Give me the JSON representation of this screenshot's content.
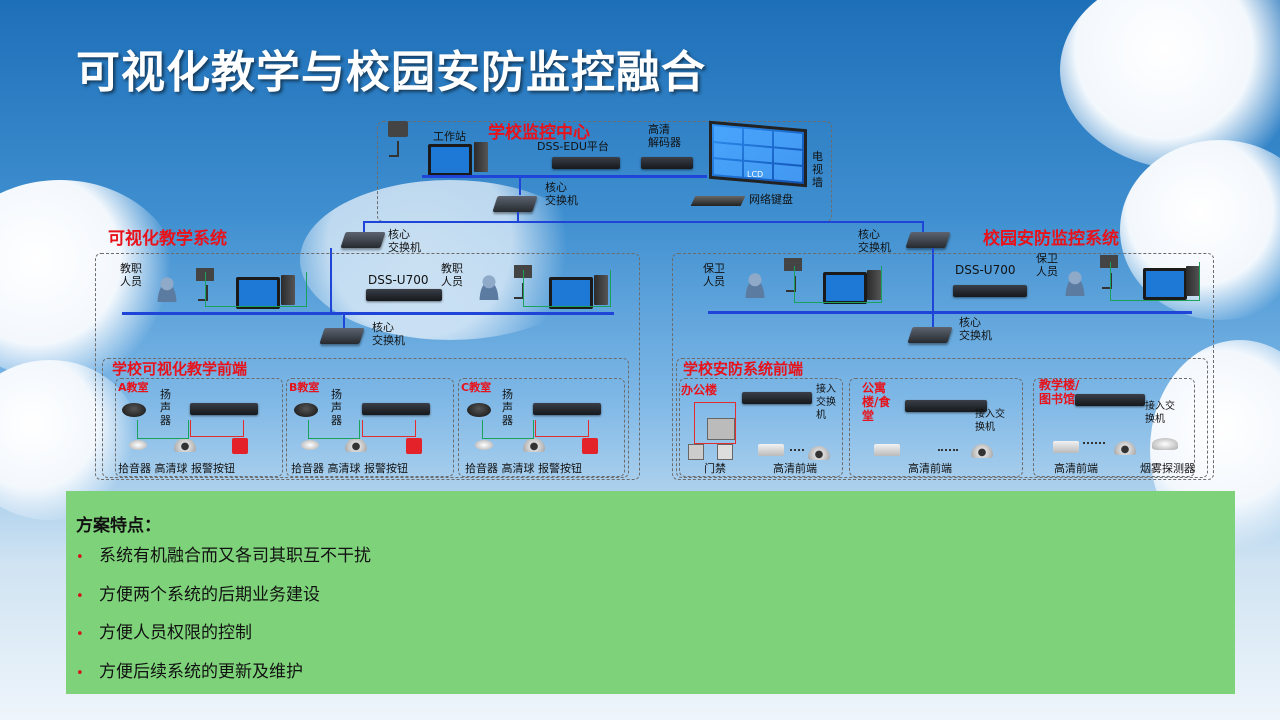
{
  "title": "可视化教学与校园安防监控融合",
  "monitor_center": {
    "label": "学校监控中心",
    "workstation": "工作站",
    "platform": "DSS-EDU平台",
    "decoder": "高清\n解码器",
    "tvwall": "电视墙",
    "keyboard": "网络键盘",
    "switch": "核心\n交换机",
    "lcd": "LCD"
  },
  "left_system": {
    "label": "可视化教学系统",
    "switch_top": "核心\n交换机",
    "teacher1": "教职\n人员",
    "teacher2": "教职\n人员",
    "dss": "DSS-U700",
    "switch_mid": "核心\n交换机",
    "frontend": {
      "label": "学校可视化教学前端",
      "rooms": [
        {
          "name": "A教室",
          "speaker": "扬声器",
          "items": "拾音器 高清球 报警按钮"
        },
        {
          "name": "B教室",
          "speaker": "扬声器",
          "items": "拾音器 高清球 报警按钮"
        },
        {
          "name": "C教室",
          "speaker": "扬声器",
          "items": "拾音器 高清球 报警按钮"
        }
      ]
    }
  },
  "right_system": {
    "label": "校园安防监控系统",
    "switch_top": "核心\n交换机",
    "guard1": "保卫\n人员",
    "guard2": "保卫\n人员",
    "dss": "DSS-U700",
    "switch_mid": "核心\n交换机",
    "frontend": {
      "label": "学校安防系统前端",
      "zones": [
        {
          "name": "办公楼",
          "access_switch": "接入交换机",
          "items": [
            "门禁",
            "高清前端"
          ]
        },
        {
          "name": "公寓楼/食堂",
          "access_switch": "接入交换机",
          "items": [
            "高清前端"
          ]
        },
        {
          "name": "教学楼/图书馆",
          "access_switch": "接入交换机",
          "items": [
            "高清前端",
            "烟雾探测器"
          ]
        }
      ]
    }
  },
  "features": {
    "title": "方案特点：",
    "items": [
      "系统有机融合而又各司其职互不干扰",
      "方便两个系统的后期业务建设",
      "方便人员权限的控制",
      "方便后续系统的更新及维护"
    ]
  },
  "colors": {
    "accent_red": "#e8121b",
    "bus_blue": "#1f45d8",
    "panel_green": "#7ed37a"
  }
}
